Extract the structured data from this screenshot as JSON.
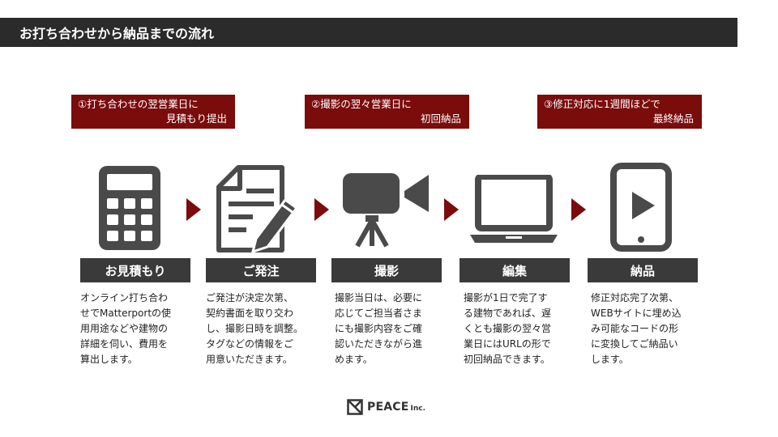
{
  "header": {
    "title": "お打ち合わせから納品までの流れ"
  },
  "tags": [
    {
      "line1": "①打ち合わせの翌営業日に",
      "line2": "見積もり提出"
    },
    {
      "line1": "②撮影の翌々営業日に",
      "line2": "初回納品"
    },
    {
      "line1": "③修正対応に1週間ほどで",
      "line2": "最終納品"
    }
  ],
  "steps": [
    {
      "label": "お見積もり",
      "icon": "calculator-icon",
      "desc": "オンライン打ち合わ\nせでMatterportの使\n用用途などや建物の\n詳細を伺い、費用を\n算出します。"
    },
    {
      "label": "ご発注",
      "icon": "document-pen-icon",
      "desc": "ご発注が決定次第、\n契約書面を取り交わ\nし、撮影日時を調整。\nタグなどの情報をご\n用意いただきます。"
    },
    {
      "label": "撮影",
      "icon": "video-camera-icon",
      "desc": "撮影当日は、必要に\n応じてご担当者さま\nにも撮影内容をご確\n認いただきながら進\nめます。"
    },
    {
      "label": "編集",
      "icon": "laptop-icon",
      "desc": "撮影が1日で完了す\nる建物であれば、遅\nくとも撮影の翌々営\n業日にはURLの形で\n初回納品できます。"
    },
    {
      "label": "納品",
      "icon": "tablet-play-icon",
      "desc": "修正対応完了次第、\nWEBサイトに埋め込\nみ可能なコードの形\nに変換してご納品い\nします。"
    }
  ],
  "logo": {
    "name": "PEACE",
    "suffix": "Inc."
  },
  "colors": {
    "accent": "#7a0c0c",
    "header_bg": "#2b2b2b",
    "label_bg": "#3a3a3a",
    "icon": "#4a4a4a"
  }
}
